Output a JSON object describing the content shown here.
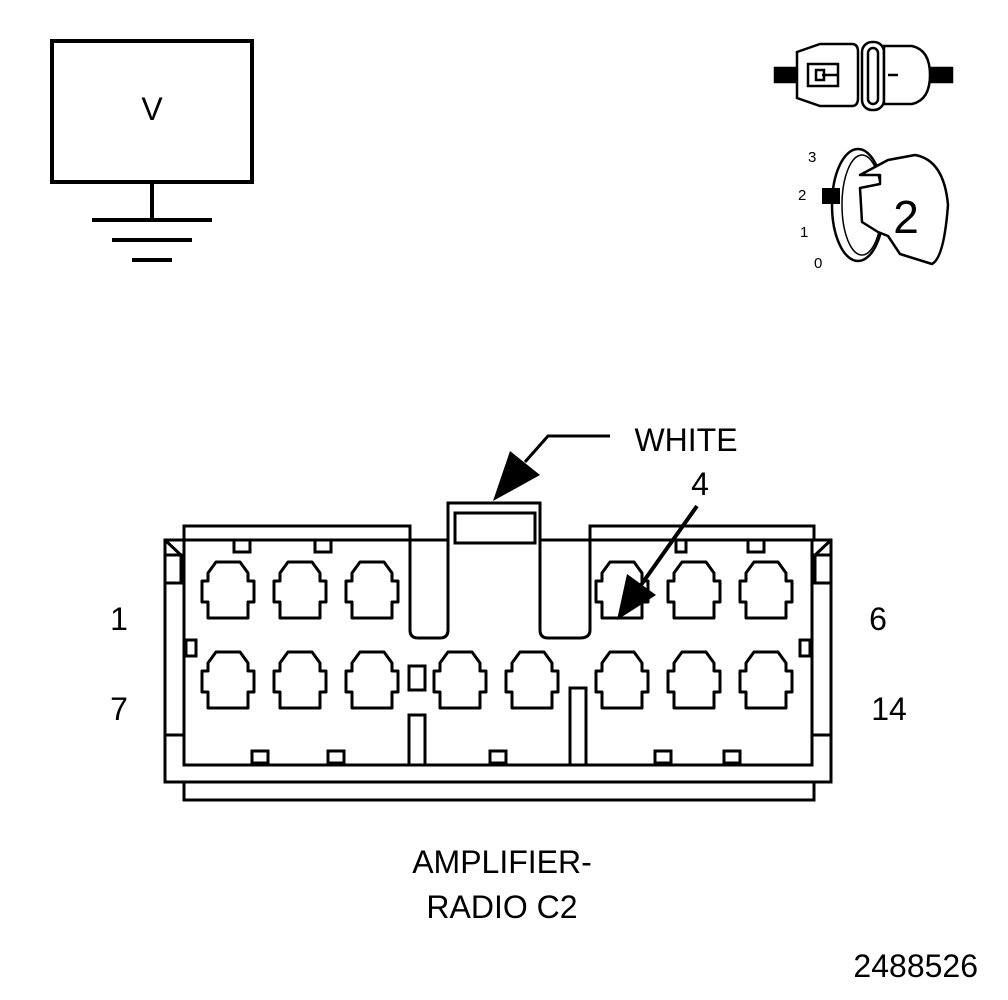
{
  "meter": {
    "symbol": "V"
  },
  "terminal_mode_icon": {
    "position_labels": [
      "3",
      "2",
      "1",
      "0"
    ],
    "key_number": "2"
  },
  "connector": {
    "color_label": "WHITE",
    "callout_pin": "4",
    "pin_labels": {
      "top_left": "1",
      "top_right": "6",
      "bottom_left": "7",
      "bottom_right": "14"
    },
    "name_line1": "AMPLIFIER-",
    "name_line2": "RADIO C2"
  },
  "figure_id": "2488526"
}
